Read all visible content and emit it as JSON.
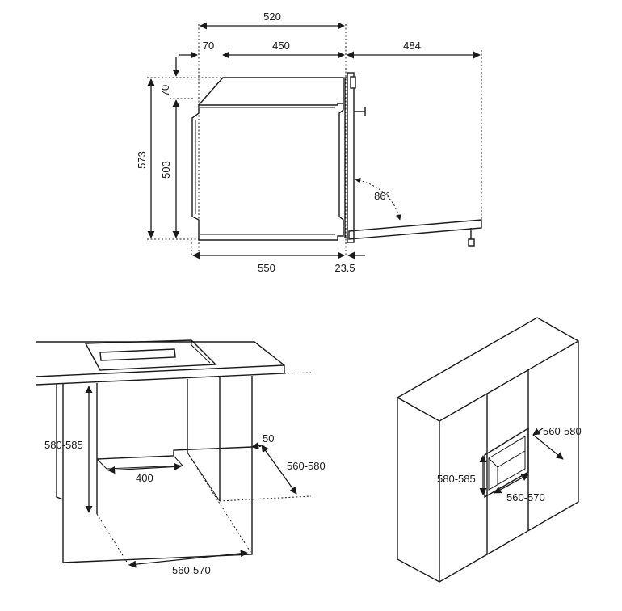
{
  "side_view": {
    "dim_total_width": "520",
    "dim_front_offset": "70",
    "dim_depth": "450",
    "dim_door_open": "484",
    "dim_top_offset": "70",
    "dim_height_total": "573",
    "dim_height_body": "503",
    "dim_door_angle": "86°",
    "dim_bottom_depth": "550",
    "dim_door_thickness": "23.5"
  },
  "under_counter": {
    "dim_niche_height": "580-585",
    "dim_vent_gap": "50",
    "dim_niche_depth": "560-580",
    "dim_back_opening": "400",
    "dim_niche_width": "560-570"
  },
  "column_unit": {
    "dim_niche_depth": "560-580",
    "dim_niche_height": "580-585",
    "dim_niche_width": "560-570"
  },
  "colors": {
    "ink": "#1a1a1a",
    "background": "#ffffff"
  }
}
